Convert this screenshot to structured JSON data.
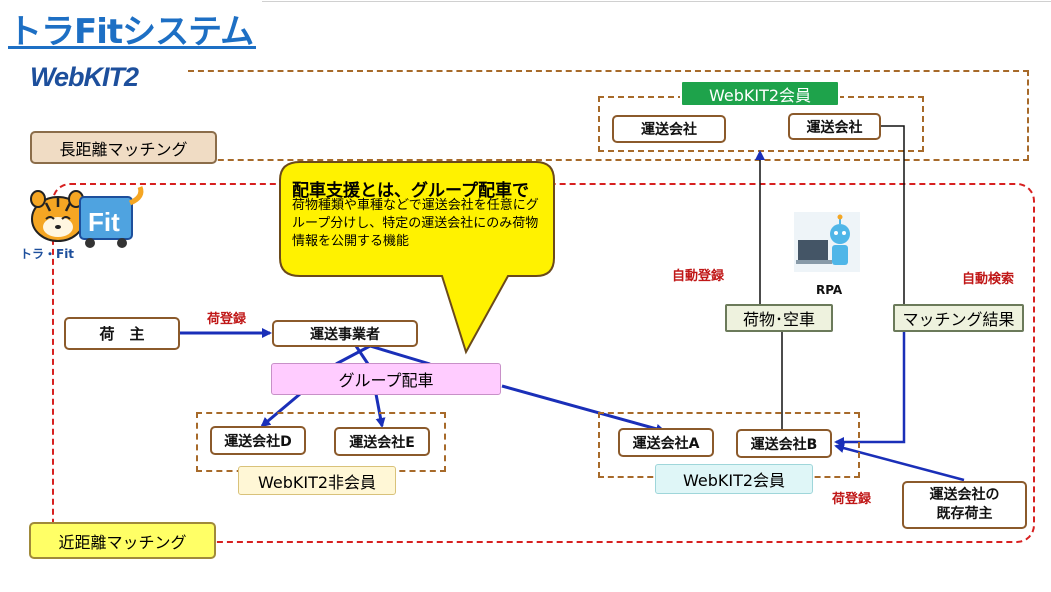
{
  "title": "トラFitシステム",
  "webkit_logo": "WebKIT2",
  "long_distance_label": "長距離マッチング",
  "short_distance_label": "近距離マッチング",
  "mascot_text": "トラ・Fit",
  "callout": {
    "heading": "配車支援とは、グループ配車で",
    "body": "荷物種類や車種などで運送会社を任意にグループ分けし、特定の運送会社にのみ荷物情報を公開する機能"
  },
  "top_group": {
    "label": "WebKIT2会員",
    "companies": [
      "運送会社",
      "運送会社"
    ]
  },
  "rpa_label": "RPA",
  "auto_register": "自動登録",
  "auto_search": "自動検索",
  "cargo_vehicle": "荷物･空車",
  "matching_result": "マッチング結果",
  "shipper": "荷　主",
  "cargo_register_1": "荷登録",
  "cargo_register_2": "荷登録",
  "transport_operator": "運送事業者",
  "group_dispatch": "グループ配車",
  "non_member_group": {
    "label": "WebKIT2非会員",
    "companies": [
      "運送会社D",
      "運送会社E"
    ]
  },
  "member_group": {
    "label": "WebKIT2会員",
    "companies": [
      "運送会社A",
      "運送会社B"
    ]
  },
  "existing_shipper": "運送会社の\n既存荷主",
  "colors": {
    "title_blue": "#1d6fc4",
    "arrow_blue": "#1a2fb8",
    "brown_border": "#8b5a2b",
    "red_dash": "#d72020",
    "callout_yellow": "#fff200",
    "green_label": "#1ea34b",
    "pink_group": "#ffccff",
    "tan_label": "#f0dcc4",
    "yellow_label": "#ffff66",
    "cream_label": "#fff7d6",
    "cyan_label": "#dff6f7",
    "sage_label": "#eef2de"
  }
}
